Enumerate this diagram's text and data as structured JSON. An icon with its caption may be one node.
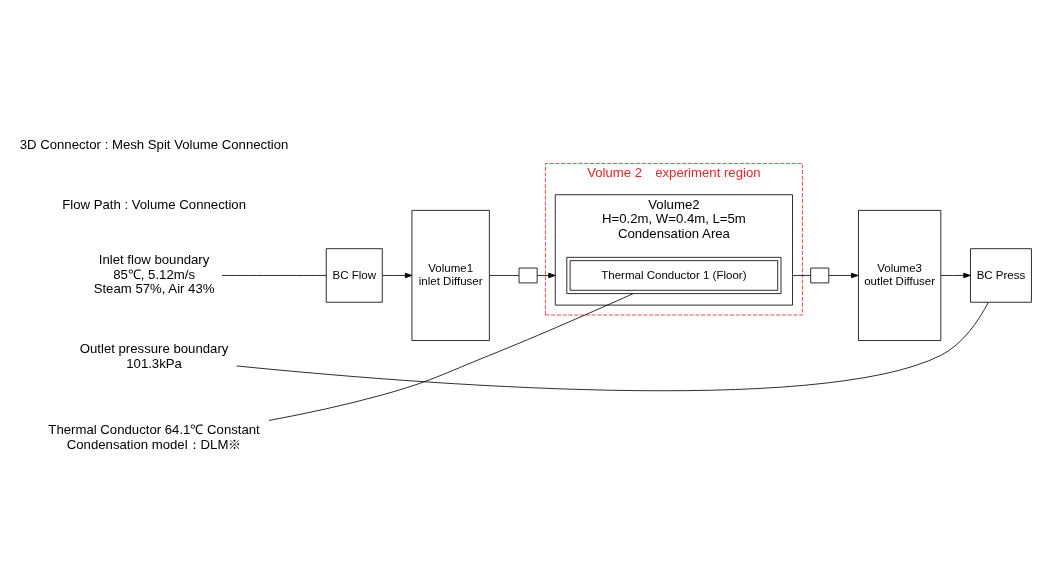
{
  "diagram": {
    "nodes": [
      {
        "text": [
          "Inlet flow boundary",
          "85℃, 5.12m/s",
          "Steam 57%, Air 43%"
        ]
      },
      {
        "text": [
          "BC Flow"
        ]
      },
      {
        "text": [
          "Volume1",
          "inlet Diffuser"
        ]
      },
      {
        "text": [],
        "shape": "box"
      },
      {
        "text": [
          "Volume 2　experiment region"
        ]
      },
      {
        "text": [
          "Volume2",
          "H=0.2m, W=0.4m, L=5m",
          "Condensation Area"
        ],
        "in": 4
      },
      {
        "text": [
          "Thermal Conductor 1 (Floor)"
        ],
        "in": 5
      },
      {
        "text": [],
        "shape": "box"
      },
      {
        "text": [
          "Volume3",
          "outlet Diffuser"
        ]
      },
      {
        "text": [
          "BC Press"
        ]
      },
      {
        "text": [
          "Outlet pressure boundary",
          "101.3kPa"
        ]
      },
      {
        "text": [
          "Thermal Conductor 64.1℃ Constant",
          "Condensation model：DLM※"
        ]
      }
    ],
    "edges": [
      {
        "from": 0,
        "to": 1,
        "arrow": "none"
      },
      {
        "from": 1,
        "to": 2,
        "arrow": "to"
      },
      {
        "from": 2,
        "to": 3,
        "arrow": "none"
      },
      {
        "from": 3,
        "to": 5,
        "arrow": "to"
      },
      {
        "from": 5,
        "to": 7,
        "arrow": "none"
      },
      {
        "from": 7,
        "to": 8,
        "arrow": "to"
      },
      {
        "from": 8,
        "to": 9,
        "arrow": "to"
      },
      {
        "from": 10,
        "to": 9,
        "arrow": "none"
      },
      {
        "from": 11,
        "to": 6,
        "arrow": "none"
      }
    ],
    "legend": [
      {
        "text": "3D Connector : Mesh Spit Volume Connection"
      },
      {
        "text": "Flow Path : Volume Connection"
      }
    ]
  }
}
